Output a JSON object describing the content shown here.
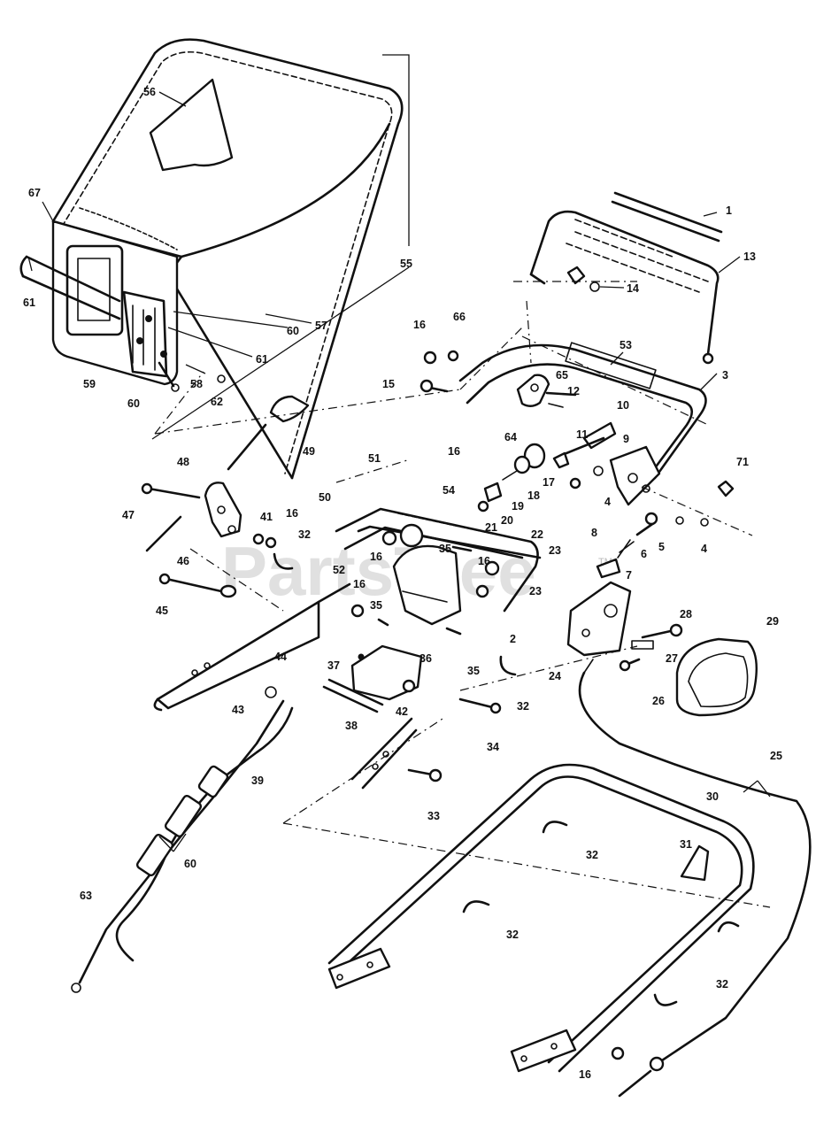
{
  "watermark": {
    "text": "PartsTree",
    "tm": "TM"
  },
  "callouts": {
    "c1": "1",
    "c2": "2",
    "c3": "3",
    "c4a": "4",
    "c4b": "4",
    "c5": "5",
    "c6": "6",
    "c7": "7",
    "c8": "8",
    "c9": "9",
    "c10": "10",
    "c11": "11",
    "c12": "12",
    "c13": "13",
    "c14": "14",
    "c15": "15",
    "c16a": "16",
    "c16b": "16",
    "c16c": "16",
    "c16d": "16",
    "c16e": "16",
    "c16f": "16",
    "c16g": "16",
    "c17": "17",
    "c18": "18",
    "c19": "19",
    "c20": "20",
    "c21": "21",
    "c22": "22",
    "c23a": "23",
    "c23b": "23",
    "c24": "24",
    "c25": "25",
    "c26": "26",
    "c27": "27",
    "c28": "28",
    "c29": "29",
    "c30": "30",
    "c31": "31",
    "c32a": "32",
    "c32b": "32",
    "c32c": "32",
    "c32d": "32",
    "c32e": "32",
    "c33": "33",
    "c34": "34",
    "c35a": "35",
    "c35b": "35",
    "c35c": "35",
    "c36": "36",
    "c37": "37",
    "c38": "38",
    "c39": "39",
    "c41": "41",
    "c42": "42",
    "c43": "43",
    "c44": "44",
    "c45": "45",
    "c46": "46",
    "c47": "47",
    "c48": "48",
    "c49": "49",
    "c50": "50",
    "c51": "51",
    "c52": "52",
    "c53": "53",
    "c54": "54",
    "c55": "55",
    "c56": "56",
    "c57": "57",
    "c58": "58",
    "c59": "59",
    "c60a": "60",
    "c60b": "60",
    "c60c": "60",
    "c61a": "61",
    "c61b": "61",
    "c62": "62",
    "c63": "63",
    "c64": "64",
    "c65": "65",
    "c66": "66",
    "c67": "67",
    "c71": "71"
  }
}
